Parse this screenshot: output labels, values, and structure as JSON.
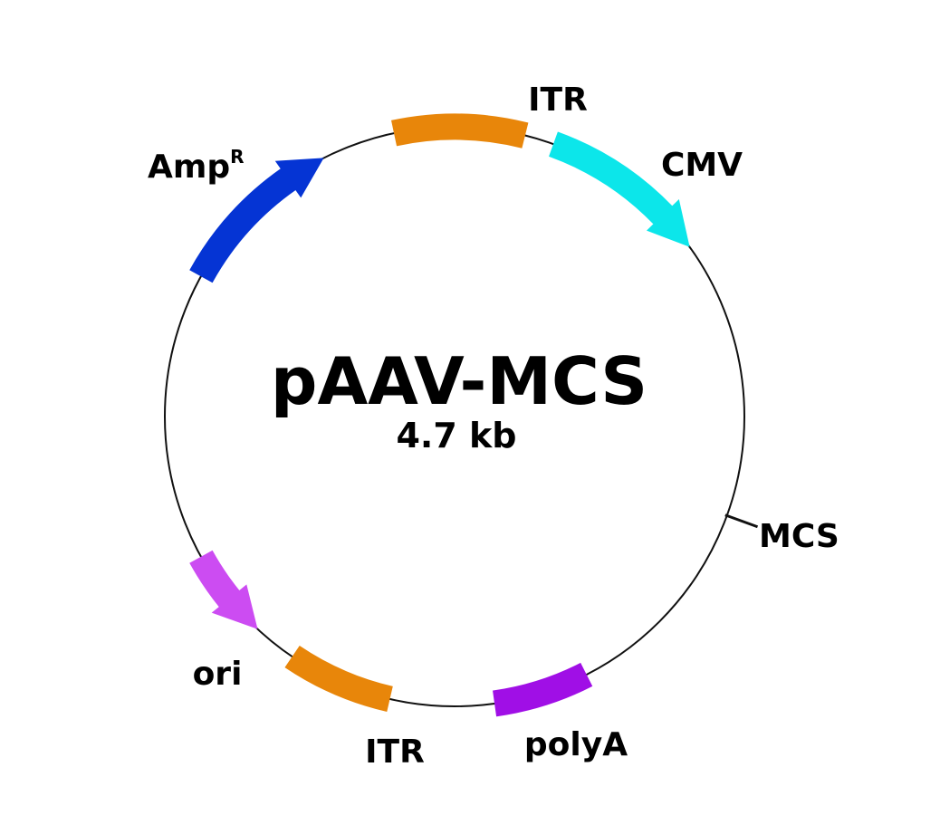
{
  "plasmid": {
    "name": "pAAV-MCS",
    "size": "4.7 kb"
  },
  "features": [
    {
      "key": "itr-top",
      "label": "ITR",
      "color": "#E8860A",
      "shape": "box",
      "start_deg": -12,
      "end_deg": 14
    },
    {
      "key": "cmv",
      "label": "CMV",
      "color": "#0CE6EA",
      "shape": "arrow",
      "direction": "cw",
      "start_deg": 20,
      "end_deg": 54
    },
    {
      "key": "mcs",
      "label": "MCS",
      "shape": "tick",
      "position_deg": 110
    },
    {
      "key": "polya",
      "label": "polyA",
      "color": "#A00FE6",
      "shape": "box",
      "start_deg": 153,
      "end_deg": 172
    },
    {
      "key": "itr-bottom",
      "label": "ITR",
      "color": "#E8860A",
      "shape": "box",
      "start_deg": 193,
      "end_deg": 214
    },
    {
      "key": "ori",
      "label": "ori",
      "color": "#CC4CF2",
      "shape": "arrow",
      "direction": "ccw",
      "start_deg": 223,
      "end_deg": 241
    },
    {
      "key": "ampr",
      "label": "Amp",
      "label_superscript": "R",
      "color": "#0534D4",
      "shape": "arrow",
      "direction": "cw",
      "start_deg": 299,
      "end_deg": 333
    }
  ]
}
